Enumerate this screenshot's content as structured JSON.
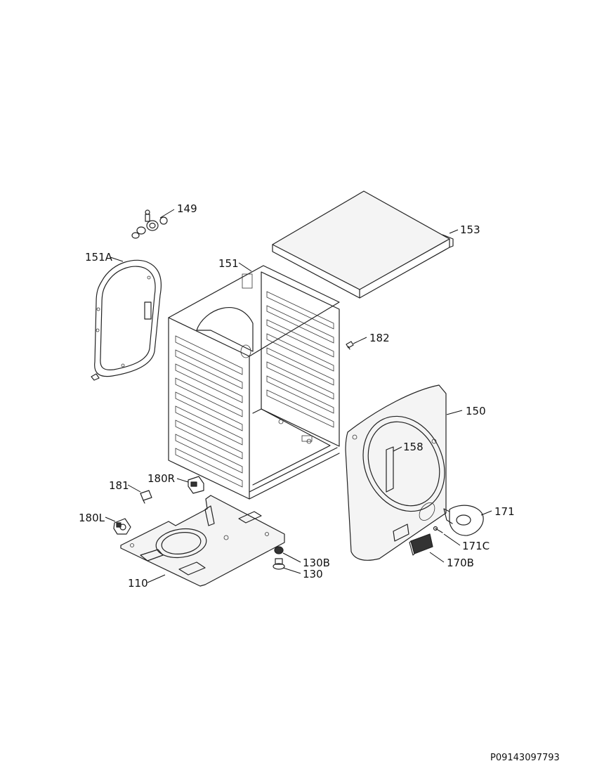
{
  "labels": {
    "l149": "149",
    "l153": "153",
    "l151A": "151A",
    "l151": "151",
    "l182": "182",
    "l150": "150",
    "l158": "158",
    "l181": "181",
    "l180R": "180R",
    "l180L": "180L",
    "l171": "171",
    "l171C": "171C",
    "l130B": "130B",
    "l130": "130",
    "l170B": "170B",
    "l110": "110"
  },
  "document_number": "P09143097793"
}
